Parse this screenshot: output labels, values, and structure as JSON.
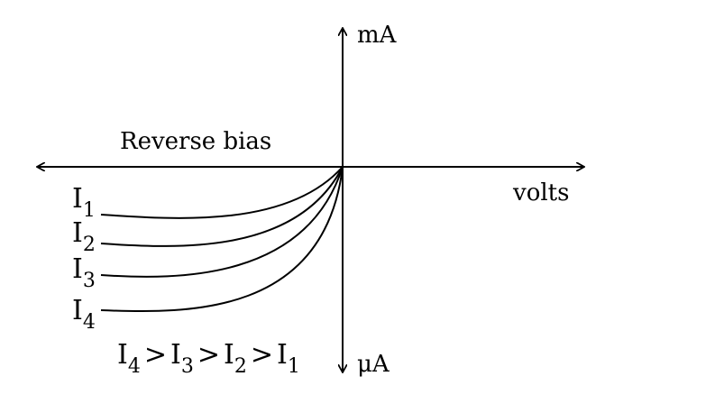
{
  "axes": {
    "y_top_label": "mA",
    "y_bottom_label": "μA",
    "x_right_label": "volts",
    "x_left_label": "Reverse bias"
  },
  "curves": [
    {
      "base": "I",
      "sub": "1"
    },
    {
      "base": "I",
      "sub": "2"
    },
    {
      "base": "I",
      "sub": "3"
    },
    {
      "base": "I",
      "sub": "4"
    }
  ],
  "relation": {
    "terms": [
      {
        "base": "I",
        "sub": "4"
      },
      {
        "base": "I",
        "sub": "3"
      },
      {
        "base": "I",
        "sub": "2"
      },
      {
        "base": "I",
        "sub": "1"
      }
    ],
    "operator": ">"
  },
  "colors": {
    "ink": "#000000",
    "background": "#ffffff"
  }
}
